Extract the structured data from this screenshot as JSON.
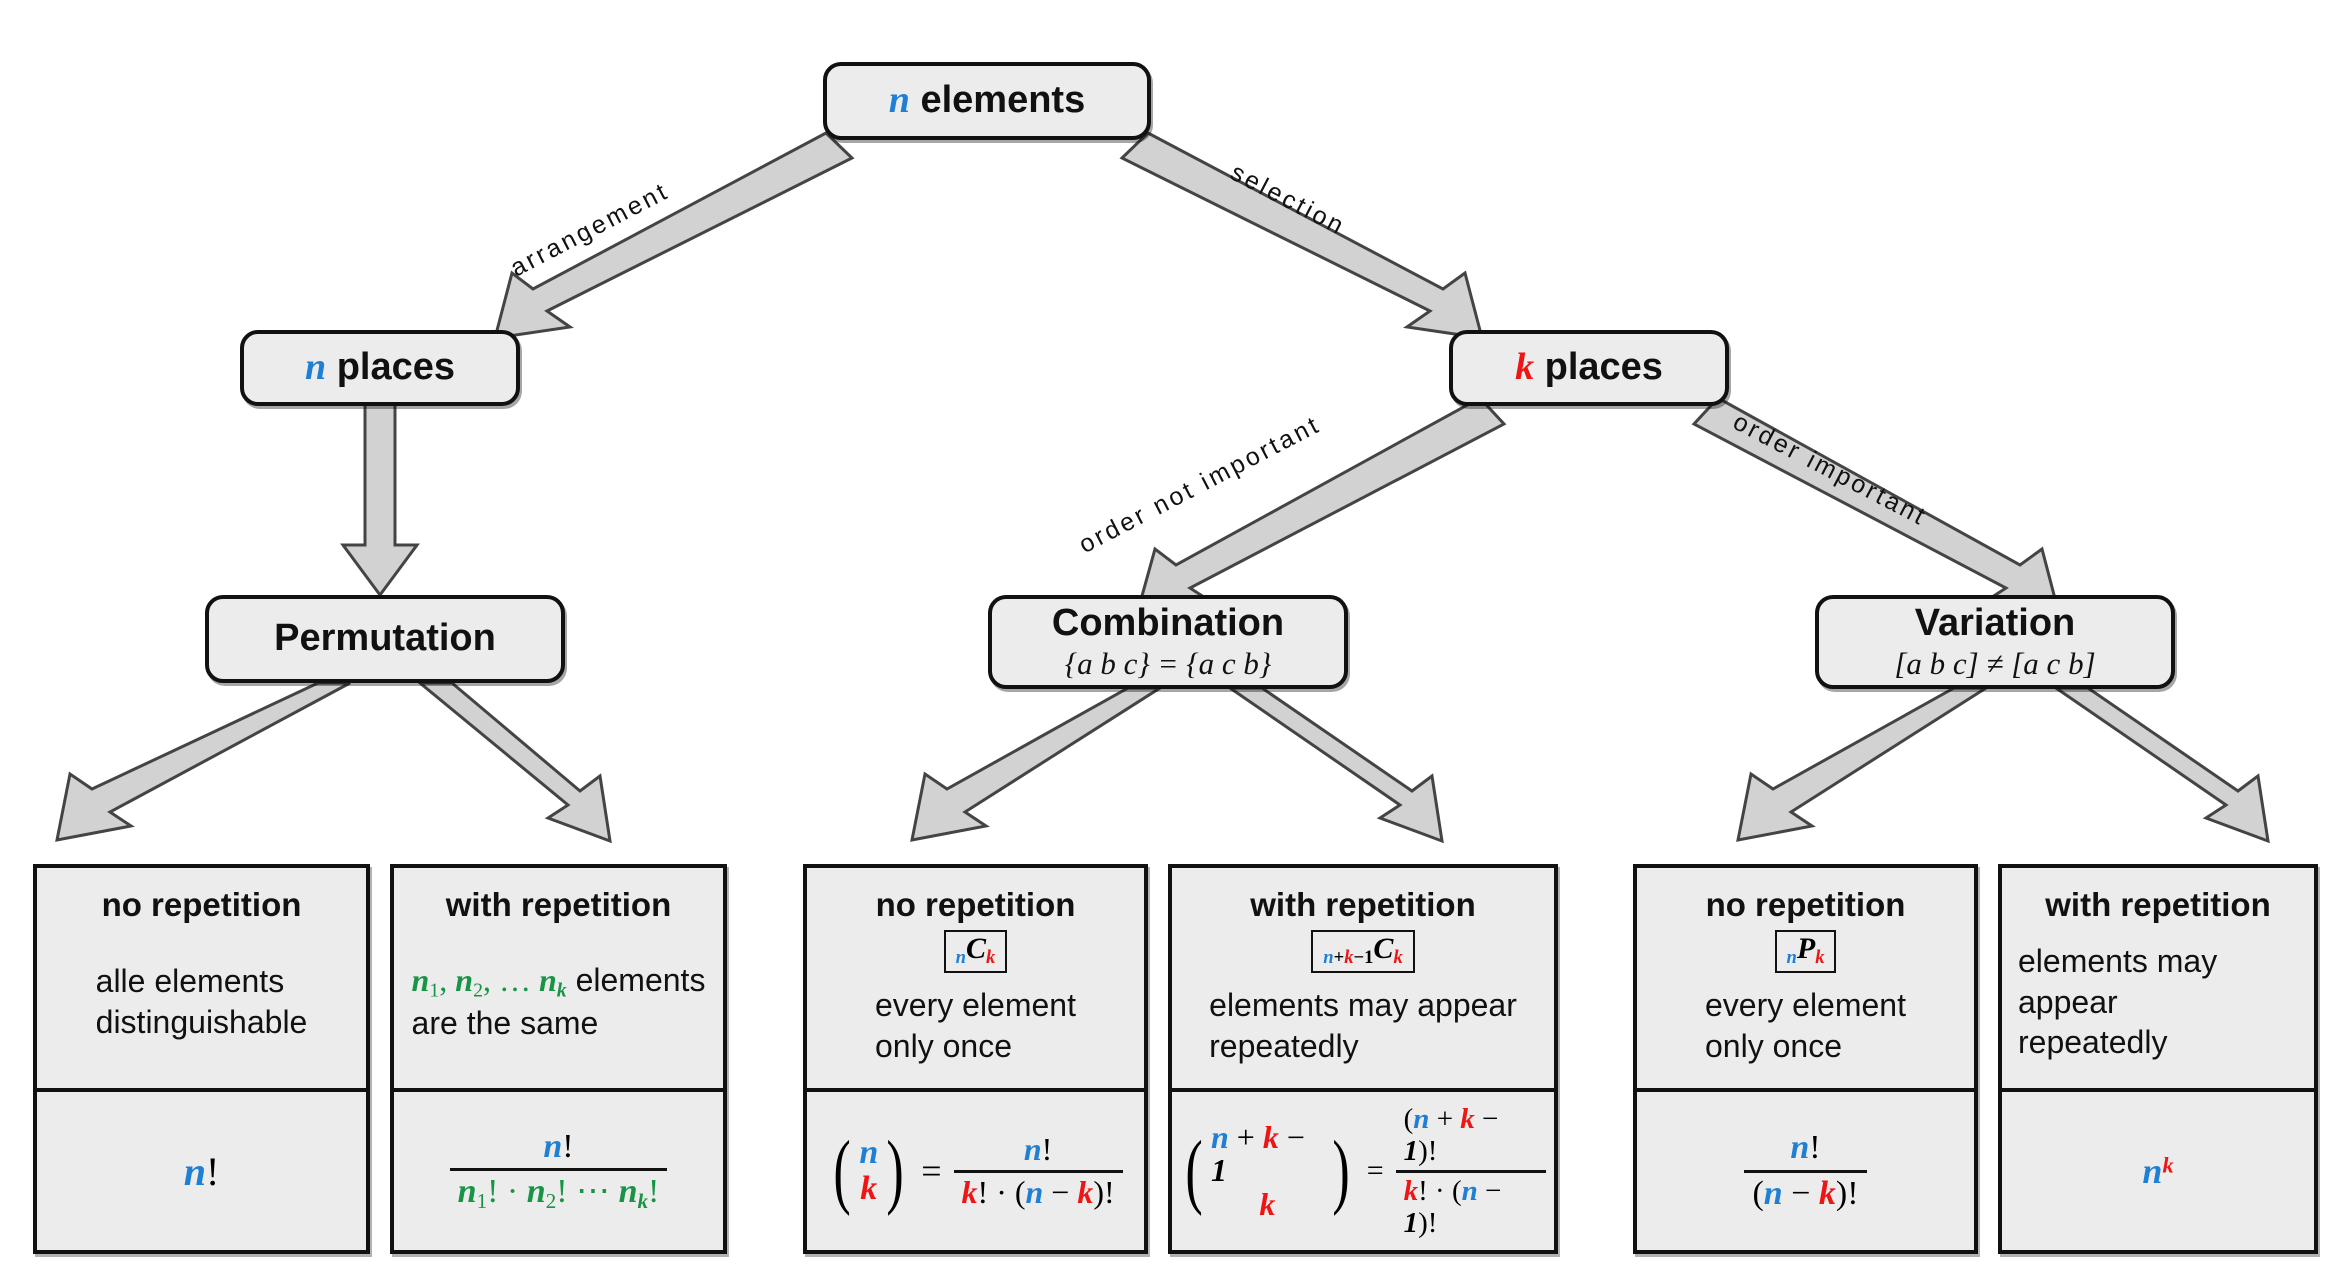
{
  "colors": {
    "blue": "#1f7fd4",
    "red": "#ef1515",
    "green": "#189447",
    "node_fill": "#ececec",
    "stroke": "#111111"
  },
  "nodes": {
    "root": {
      "var": "n",
      "label": "elements"
    },
    "n_places": {
      "var": "n",
      "label": "places"
    },
    "k_places": {
      "var": "k",
      "label": "places"
    },
    "permutation": {
      "title": "Permutation",
      "sub": ""
    },
    "combination": {
      "title": "Combination",
      "sub": "{a b c} = {a c b}"
    },
    "variation": {
      "title": "Variation",
      "sub": "[a b c] ≠ [a c b]"
    }
  },
  "edge_labels": {
    "arrangement": "arrangement",
    "selection": "selection",
    "order_not_important": "order not important",
    "order_important": "order important"
  },
  "leaves": [
    {
      "id": "perm-no-rep",
      "head": "no repetition",
      "symbol": null,
      "desc_lines": [
        "alle elements",
        "distinguishable"
      ],
      "formula": "n!"
    },
    {
      "id": "perm-with-rep",
      "head": "with repetition",
      "symbol": null,
      "desc_lines": [
        "n₁, n₂, … nₖ elements",
        "are the same"
      ],
      "formula": "n! / (n₁! · n₂! ⋯ nₖ!)"
    },
    {
      "id": "comb-no-rep",
      "head": "no repetition",
      "symbol": "nCk",
      "desc_lines": [
        "every element",
        "only once"
      ],
      "formula": "(n choose k) = n! / (k! · (n − k)!)"
    },
    {
      "id": "comb-with-rep",
      "head": "with repetition",
      "symbol": "n+k−1Ck",
      "desc_lines": [
        "elements may appear",
        "repeatedly"
      ],
      "formula": "(n+k−1 choose k) = (n + k − 1)! / (k! · (n − 1)!)"
    },
    {
      "id": "var-no-rep",
      "head": "no repetition",
      "symbol": "nPk",
      "desc_lines": [
        "every element",
        "only once"
      ],
      "formula": "n! / (n − k)!"
    },
    {
      "id": "var-with-rep",
      "head": "with repetition",
      "symbol": null,
      "desc_lines": [
        "elements may appear",
        "repeatedly"
      ],
      "formula": "nᵏ"
    }
  ]
}
